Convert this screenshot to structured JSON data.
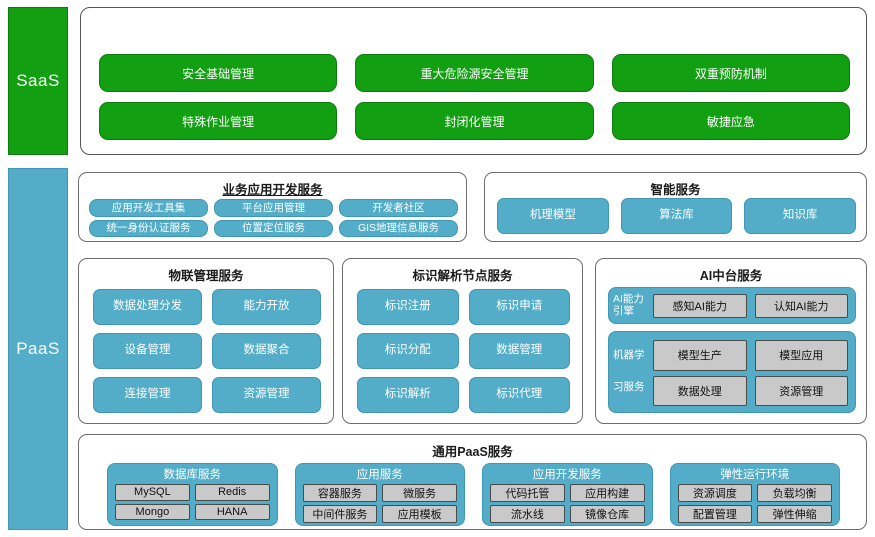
{
  "rails": [
    {
      "name": "saas",
      "label": "SaaS",
      "color": "#12A012"
    },
    {
      "name": "paas",
      "label": "PaaS",
      "color": "#53ADC8"
    }
  ],
  "saas": {
    "items": [
      "安全基础管理",
      "重大危险源安全管理",
      "双重预防机制",
      "特殊作业管理",
      "封闭化管理",
      "敏捷应急"
    ]
  },
  "paas": {
    "app_dev": {
      "title": "业务应用开发服务",
      "items": [
        "应用开发工具集",
        "平台应用管理",
        "开发者社区",
        "统一身份认证服务",
        "位置定位服务",
        "GIS地理信息服务"
      ]
    },
    "intelligent": {
      "title": "智能服务",
      "items": [
        "机理模型",
        "算法库",
        "知识库"
      ]
    },
    "iot": {
      "title": "物联管理服务",
      "items": [
        "数据处理分发",
        "能力开放",
        "设备管理",
        "数据聚合",
        "连接管理",
        "资源管理"
      ]
    },
    "identity": {
      "title": "标识解析节点服务",
      "items": [
        "标识注册",
        "标识申请",
        "标识分配",
        "数据管理",
        "标识解析",
        "标识代理"
      ]
    },
    "ai": {
      "title": "AI中台服务",
      "engine": {
        "label_line1": "AI能力",
        "label_line2": "引擎",
        "items": [
          "感知AI能力",
          "认知AI能力"
        ]
      },
      "ml": {
        "label_line1": "机器学",
        "label_line2": "习服务",
        "items": [
          "模型生产",
          "模型应用",
          "数据处理",
          "资源管理"
        ]
      }
    },
    "common": {
      "title": "通用PaaS服务",
      "groups": [
        {
          "title": "数据库服务",
          "items": [
            "MySQL",
            "Redis",
            "Mongo",
            "HANA"
          ]
        },
        {
          "title": "应用服务",
          "items": [
            "容器服务",
            "微服务",
            "中间件服务",
            "应用模板"
          ]
        },
        {
          "title": "应用开发服务",
          "items": [
            "代码托管",
            "应用构建",
            "流水线",
            "镜像仓库"
          ]
        },
        {
          "title": "弹性运行环境",
          "items": [
            "资源调度",
            "负载均衡",
            "配置管理",
            "弹性伸缩"
          ]
        }
      ]
    }
  }
}
